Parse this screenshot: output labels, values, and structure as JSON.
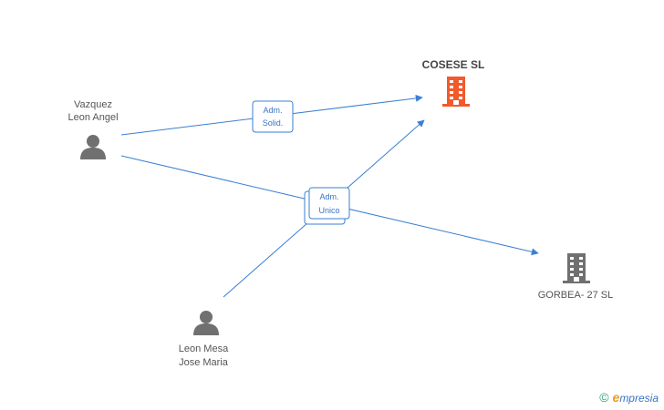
{
  "colors": {
    "edge": "#3a80d2",
    "person": "#707070",
    "company_main": "#f15a2b",
    "company_other": "#707070"
  },
  "nodes": {
    "vazquez": {
      "line1": "Vazquez",
      "line2": "Leon Angel",
      "icon": "person-icon"
    },
    "leon": {
      "line1": "Leon Mesa",
      "line2": "Jose Maria",
      "icon": "person-icon"
    },
    "cosese": {
      "label": "COSESE SL",
      "icon": "building-icon"
    },
    "gorbea": {
      "label": "GORBEA- 27 SL",
      "icon": "building-icon"
    }
  },
  "edges": {
    "adm_solid": {
      "line1": "Adm.",
      "line2": "Solid."
    },
    "adm_unico": {
      "line1": "Adm.",
      "line2": "Unico"
    }
  },
  "footer": {
    "copyright": "©",
    "brand_initial": "e",
    "brand_rest": "mpresia"
  }
}
